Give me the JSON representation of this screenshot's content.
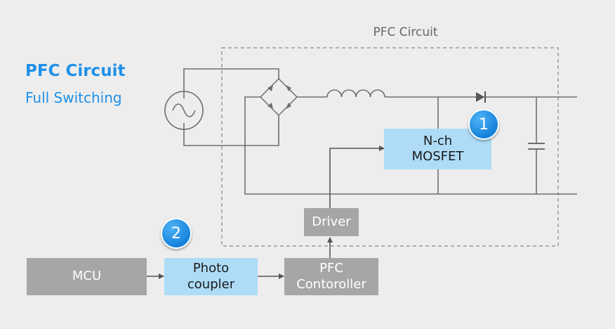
{
  "header": {
    "title": "PFC Circuit",
    "subtitle": "Full Switching"
  },
  "frame": {
    "label": "PFC Circuit"
  },
  "blocks": {
    "mosfet": {
      "line1": "N-ch",
      "line2": "MOSFET"
    },
    "driver": {
      "label": "Driver"
    },
    "mcu": {
      "label": "MCU"
    },
    "photocoupler": {
      "line1": "Photo",
      "line2": "coupler"
    },
    "controller": {
      "line1": "PFC",
      "line2": "Contoroller"
    }
  },
  "badges": {
    "one": "1",
    "two": "2"
  },
  "colors": {
    "accent": "#1e90e8",
    "block_gray": "#a6a6a6",
    "block_blue": "#aedcf7",
    "wire": "#6e6e6e",
    "background": "#ededed"
  },
  "icons": [
    "ac-source-icon",
    "bridge-rectifier-icon",
    "inductor-icon",
    "diode-icon",
    "capacitor-icon"
  ]
}
